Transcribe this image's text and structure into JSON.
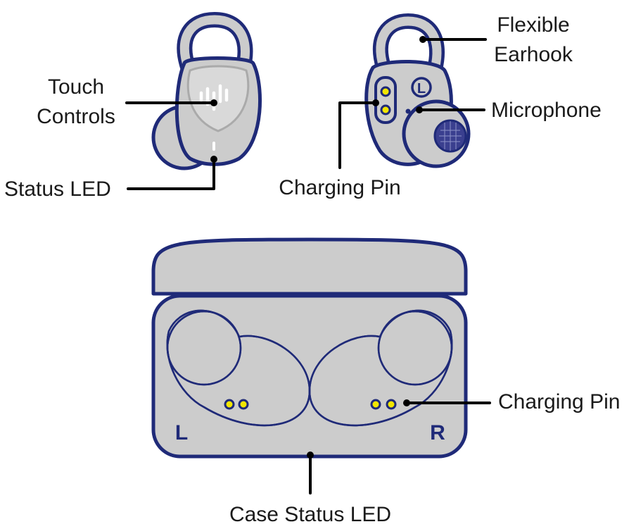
{
  "labels": {
    "touch_controls_1": "Touch",
    "touch_controls_2": "Controls",
    "status_led": "Status LED",
    "flexible_1": "Flexible",
    "flexible_2": "Earhook",
    "microphone": "Microphone",
    "charging_pin_bud": "Charging Pin",
    "charging_pin_case": "Charging Pin",
    "case_status_led": "Case Status LED"
  },
  "case_sides": {
    "left": "L",
    "right": "R"
  },
  "bud_side_mark": "L",
  "colors": {
    "outline": "#1f2a78",
    "body": "#cccccc",
    "pin": "#f2e600",
    "leader": "#000000"
  }
}
